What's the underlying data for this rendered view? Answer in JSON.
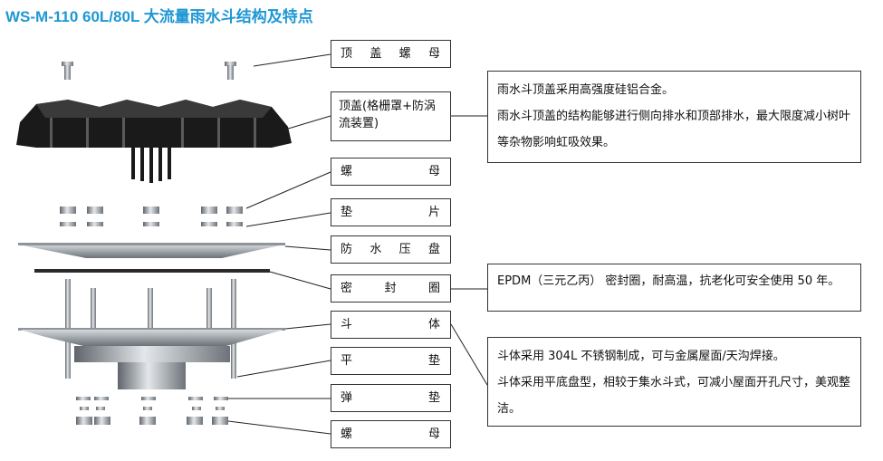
{
  "title": "WS-M-110 60L/80L 大流量雨水斗结构及特点",
  "labels": {
    "top_nut": "顶盖螺母",
    "top_cover": "顶盖(格栅罩+防涡流装置)",
    "nut_upper": "螺母",
    "gasket": "垫片",
    "waterproof_plate": "防水压盘",
    "seal_ring": "密封圈",
    "body": "斗体",
    "flat_washer": "平垫",
    "spring_washer": "弹垫",
    "nut_lower": "螺母"
  },
  "descriptions": {
    "top_cover": [
      "雨水斗顶盖采用高强度硅铝合金。",
      "雨水斗顶盖的结构能够进行侧向排水和顶部排水，最大限度减小树叶等杂物影响虹吸效果。"
    ],
    "seal_ring": [
      "EPDM（三元乙丙） 密封圈，耐高温，抗老化可安全使用 50 年。"
    ],
    "body": [
      "斗体采用 304L 不锈钢制成，可与金属屋面/天沟焊接。",
      "斗体采用平底盘型，相较于集水斗式，可减小屋面开孔尺寸，美观整洁。"
    ]
  },
  "colors": {
    "title": "#1f97d4",
    "cover": "#1a1a1a",
    "steel": "#9aa0a6"
  }
}
